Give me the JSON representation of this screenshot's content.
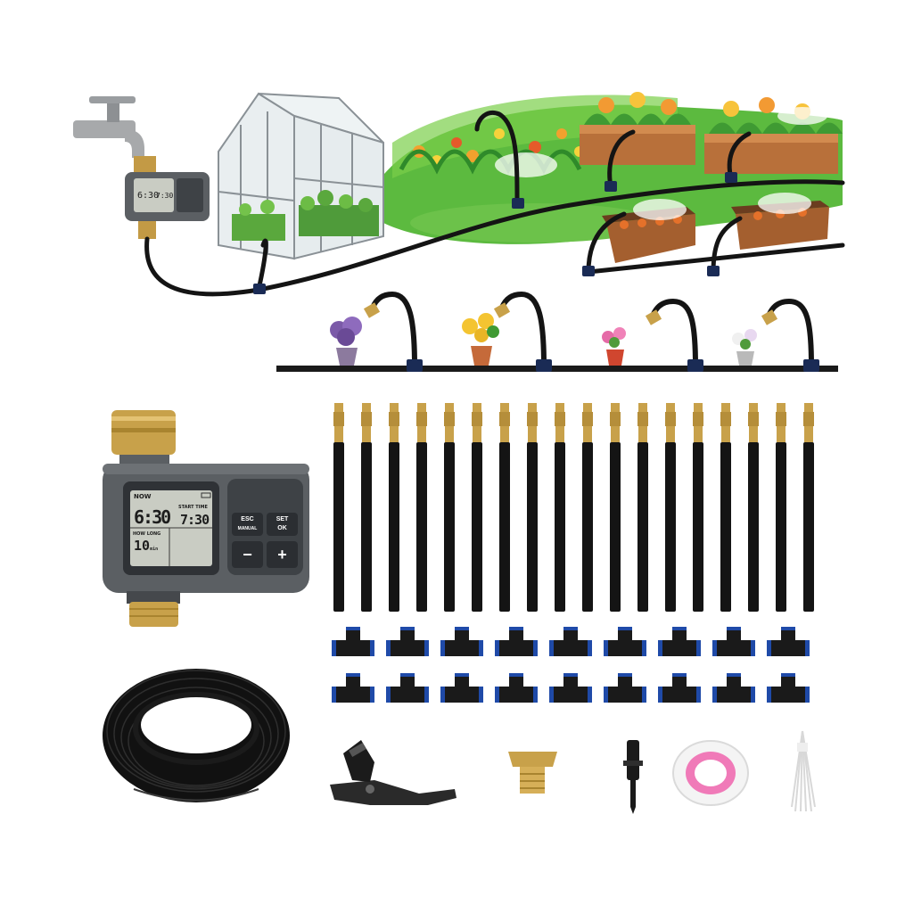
{
  "timer_small": {
    "time_left": "6:30",
    "time_right": "7:30"
  },
  "timer_large": {
    "now_label": "NOW",
    "start_time_label": "START TIME",
    "now_time": "6:30",
    "start_time": "7:30",
    "how_long_label": "HOW LONG",
    "duration": "10",
    "duration_unit": "min",
    "esc_label": "ESC",
    "manual_label": "MANUAL",
    "set_label": "SET",
    "ok_label": "OK",
    "minus_label": "−",
    "plus_label": "+"
  },
  "kit": {
    "misting_tubes": 18,
    "tee_connectors": 18
  },
  "colors": {
    "tube": "#141414",
    "brass": "#c8a14a",
    "timer_body": "#5b5f63",
    "lcd": "#c9ccc3",
    "grass": "#4fae3a",
    "tape_pink": "#f07ab8"
  }
}
